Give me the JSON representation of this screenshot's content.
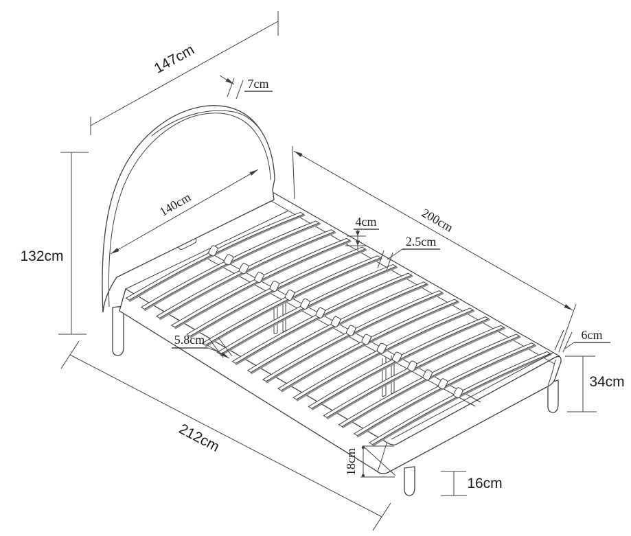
{
  "drawing": {
    "subject": "bed-frame-technical-drawing",
    "view": "isometric-line-drawing"
  },
  "dimensions": {
    "headboard_width": "147cm",
    "headboard_thickness": "7cm",
    "inner_width": "140cm",
    "sleeping_length": "200cm",
    "slat_gap_small": "4cm",
    "slat_thickness": "2.5cm",
    "headboard_height": "132cm",
    "slat_gap": "5.8cm",
    "overall_length": "212cm",
    "rail_top_width": "6cm",
    "frame_height": "34cm",
    "footboard_height": "18cm",
    "leg_height": "16cm"
  },
  "colors": {
    "line_color": "#3d3d3d",
    "slat_shade_color": "#919191",
    "text_color": "#1c1c1c",
    "background": "#ffffff"
  }
}
